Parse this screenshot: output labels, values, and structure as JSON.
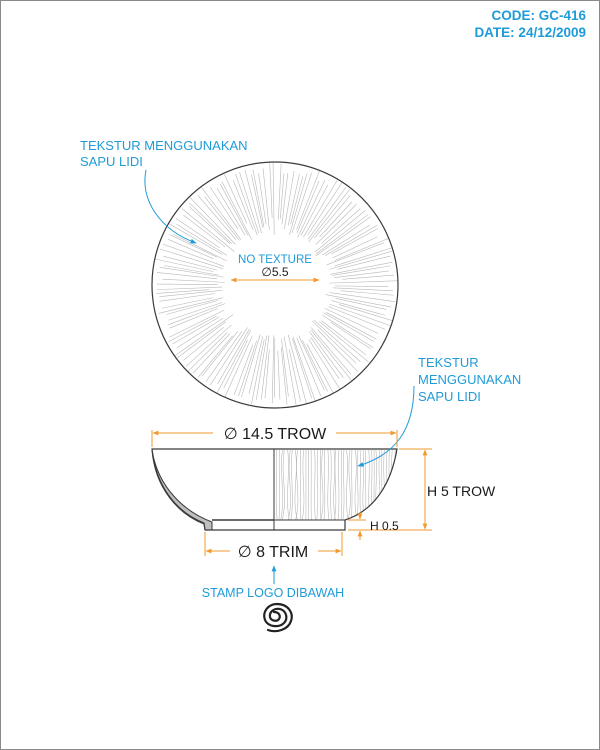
{
  "header": {
    "code": "CODE: GC-416",
    "date": "DATE: 24/12/2009"
  },
  "top_view": {
    "texture_note": [
      "TEKSTUR MENGGUNAKAN",
      "SAPU LIDI"
    ],
    "center_note": "NO TEXTURE",
    "center_dim": "∅5.5"
  },
  "side_view": {
    "texture_note": [
      "TEKSTUR",
      "MENGGUNAKAN",
      "SAPU LIDI"
    ],
    "diameter": "∅ 14.5 TROW",
    "height": "H 5 TROW",
    "foot_height": "H 0.5",
    "foot_diameter": "∅ 8 TRIM",
    "stamp_note": "STAMP LOGO DIBAWAH"
  },
  "colors": {
    "accent": "#1f9bd8",
    "dim": "#f29a2e",
    "line": "#3a3a3a",
    "texture": "#b8b8b8",
    "glaze": "#bfbfbf"
  }
}
